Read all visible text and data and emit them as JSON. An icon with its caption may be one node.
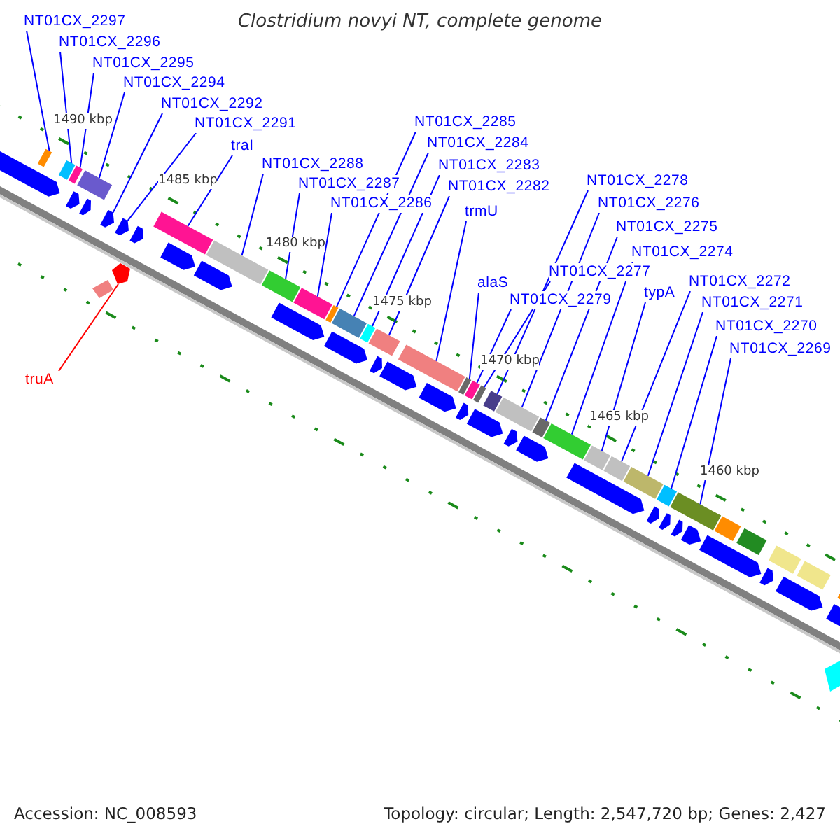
{
  "diagram": {
    "title": "Clostridium novyi NT, complete genome",
    "nodes": [
      {
        "text": [
          "NT01CX_2297"
        ]
      },
      {
        "text": [
          "NT01CX_2296"
        ]
      },
      {
        "text": [
          "NT01CX_2295"
        ]
      },
      {
        "text": [
          "NT01CX_2294"
        ]
      },
      {
        "text": [
          "NT01CX_2292"
        ]
      },
      {
        "text": [
          "NT01CX_2285"
        ]
      },
      {
        "text": [
          "NT01CX_2291"
        ]
      },
      {
        "text": [
          "NT01CX_2284"
        ]
      },
      {
        "text": [
          "traI"
        ]
      },
      {
        "text": [
          "NT01CX_2288"
        ]
      },
      {
        "text": [
          "NT01CX_2283"
        ]
      },
      {
        "text": [
          "NT01CX_2278"
        ]
      },
      {
        "text": [
          "NT01CX_2282"
        ]
      },
      {
        "text": [
          "NT01CX_2287"
        ]
      },
      {
        "text": [
          "NT01CX_2276"
        ]
      },
      {
        "text": [
          "NT01CX_2286"
        ]
      },
      {
        "text": [
          "trmU"
        ]
      },
      {
        "text": [
          "NT01CX_2275"
        ]
      },
      {
        "text": [
          "NT01CX_2274"
        ]
      },
      {
        "text": [
          "NT01CX_2277"
        ]
      },
      {
        "text": [
          "alaS"
        ]
      },
      {
        "text": [
          "NT01CX_2272"
        ]
      },
      {
        "text": [
          "typA"
        ]
      },
      {
        "text": [
          "NT01CX_2279"
        ]
      },
      {
        "text": [
          "NT01CX_2271"
        ]
      },
      {
        "text": [
          "NT01CX_2270"
        ]
      },
      {
        "text": [
          "NT01CX_2269"
        ]
      },
      {
        "text": [
          "truA"
        ]
      },
      {
        "text": [],
        "shape": "bar"
      },
      {
        "text": [],
        "shape": "bar"
      },
      {
        "text": [],
        "shape": "bar"
      },
      {
        "text": [],
        "shape": "bar"
      },
      {
        "text": [],
        "shape": "arrow"
      },
      {
        "text": [],
        "shape": "arrow"
      },
      {
        "text": [],
        "shape": "arrow"
      },
      {
        "text": [],
        "shape": "bar"
      },
      {
        "text": [],
        "shape": "bar"
      },
      {
        "text": [],
        "shape": "bar"
      },
      {
        "text": [],
        "shape": "bar"
      },
      {
        "text": [],
        "shape": "bar"
      },
      {
        "text": [],
        "shape": "bar"
      },
      {
        "text": [],
        "shape": "bar"
      },
      {
        "text": [],
        "shape": "bar"
      },
      {
        "text": [],
        "shape": "bar"
      },
      {
        "text": [],
        "shape": "bar"
      },
      {
        "text": [],
        "shape": "bar"
      },
      {
        "text": [],
        "shape": "bar"
      },
      {
        "text": [],
        "shape": "bar"
      },
      {
        "text": [],
        "shape": "bar"
      },
      {
        "text": [],
        "shape": "bar"
      },
      {
        "text": [],
        "shape": "bar"
      },
      {
        "text": [],
        "shape": "bar"
      },
      {
        "text": [],
        "shape": "bar"
      },
      {
        "text": [],
        "shape": "bar"
      },
      {
        "text": [],
        "shape": "bar"
      },
      {
        "text": [],
        "shape": "bar"
      }
    ],
    "edges": [
      {
        "from": 0,
        "to": 28,
        "arrow": "none"
      },
      {
        "from": 1,
        "to": 29,
        "arrow": "none"
      },
      {
        "from": 2,
        "to": 30,
        "arrow": "none"
      },
      {
        "from": 3,
        "to": 31,
        "arrow": "none"
      },
      {
        "from": 4,
        "to": 32,
        "arrow": "none"
      },
      {
        "from": 5,
        "to": 39,
        "arrow": "none"
      },
      {
        "from": 6,
        "to": 34,
        "arrow": "none"
      },
      {
        "from": 7,
        "to": 40,
        "arrow": "none"
      },
      {
        "from": 8,
        "to": 35,
        "arrow": "none"
      },
      {
        "from": 9,
        "to": 36,
        "arrow": "none"
      },
      {
        "from": 10,
        "to": 41,
        "arrow": "none"
      },
      {
        "from": 11,
        "to": 47,
        "arrow": "none"
      },
      {
        "from": 12,
        "to": 42,
        "arrow": "none"
      },
      {
        "from": 13,
        "to": 37,
        "arrow": "none"
      },
      {
        "from": 14,
        "to": 48,
        "arrow": "none"
      },
      {
        "from": 15,
        "to": 38,
        "arrow": "none"
      },
      {
        "from": 16,
        "to": 43,
        "arrow": "none"
      },
      {
        "from": 17,
        "to": 49,
        "arrow": "none"
      },
      {
        "from": 18,
        "to": 50,
        "arrow": "none"
      },
      {
        "from": 19,
        "to": 46,
        "arrow": "none"
      },
      {
        "from": 20,
        "to": 44,
        "arrow": "none"
      },
      {
        "from": 21,
        "to": 52,
        "arrow": "none"
      },
      {
        "from": 22,
        "to": 51,
        "arrow": "none"
      },
      {
        "from": 23,
        "to": 45,
        "arrow": "none"
      },
      {
        "from": 24,
        "to": 53,
        "arrow": "none"
      },
      {
        "from": 25,
        "to": 54,
        "arrow": "none"
      },
      {
        "from": 26,
        "to": 55,
        "arrow": "none"
      },
      {
        "from": 27,
        "to": 33,
        "arrow": "none",
        "color": "#ff0000"
      }
    ],
    "labels": [
      "1490 kbp",
      "1485 kbp",
      "1480 kbp",
      "1475 kbp",
      "1470 kbp",
      "1465 kbp",
      "1460 kbp",
      "Accession: NC_008593",
      "Topology: circular; Length: 2,547,720 bp; Genes: 2,427"
    ]
  }
}
